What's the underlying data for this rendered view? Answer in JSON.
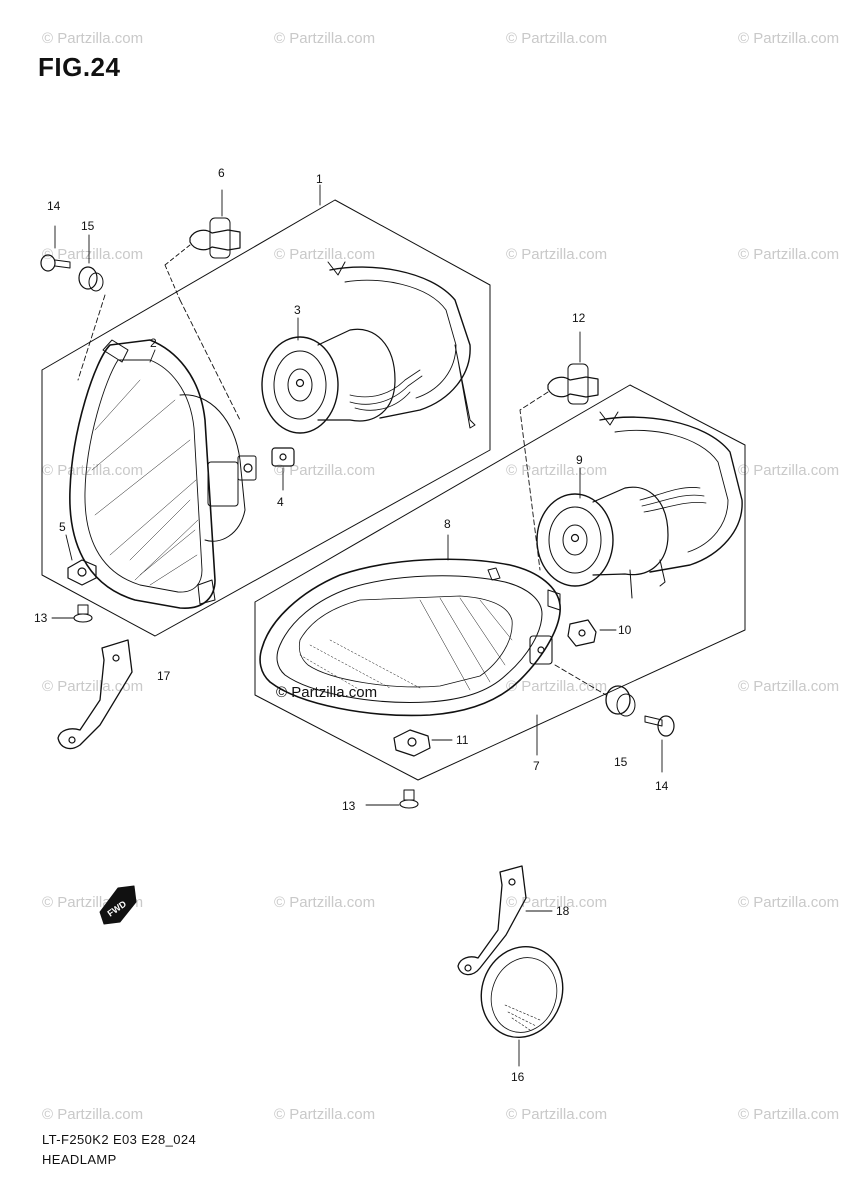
{
  "figure": {
    "title": "FIG.24",
    "code": "LT-F250K2 E03 E28_024",
    "name": "HEADLAMP",
    "center_watermark": "© Partzilla.com"
  },
  "watermark_text": "© Partzilla.com",
  "callouts": [
    {
      "id": "c1",
      "label": "1"
    },
    {
      "id": "c2",
      "label": "2"
    },
    {
      "id": "c3",
      "label": "3"
    },
    {
      "id": "c4",
      "label": "4"
    },
    {
      "id": "c5",
      "label": "5"
    },
    {
      "id": "c6",
      "label": "6"
    },
    {
      "id": "c7",
      "label": "7"
    },
    {
      "id": "c8",
      "label": "8"
    },
    {
      "id": "c9",
      "label": "9"
    },
    {
      "id": "c10",
      "label": "10"
    },
    {
      "id": "c11",
      "label": "11"
    },
    {
      "id": "c12",
      "label": "12"
    },
    {
      "id": "c13a",
      "label": "13"
    },
    {
      "id": "c13b",
      "label": "13"
    },
    {
      "id": "c14a",
      "label": "14"
    },
    {
      "id": "c14b",
      "label": "14"
    },
    {
      "id": "c15a",
      "label": "15"
    },
    {
      "id": "c15b",
      "label": "15"
    },
    {
      "id": "c16",
      "label": "16"
    },
    {
      "id": "c17",
      "label": "17"
    },
    {
      "id": "c18",
      "label": "18"
    }
  ],
  "fwd_symbol": "FWD"
}
